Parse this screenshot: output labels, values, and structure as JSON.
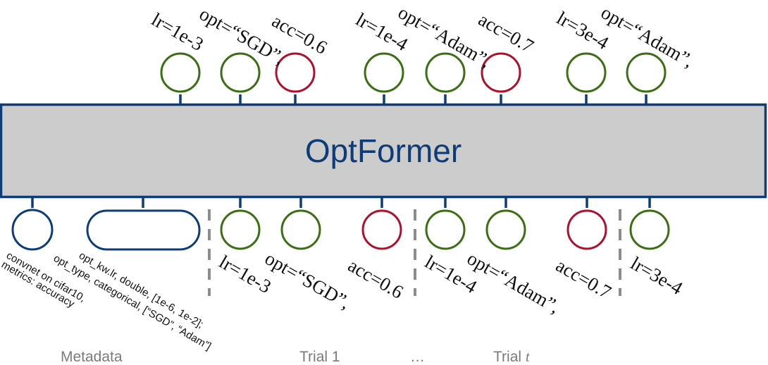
{
  "model": {
    "title": "OptFormer",
    "colors": {
      "border": "#0d3c78",
      "fill": "#cccccc",
      "parameter_token": "#3c6e14",
      "metric_token": "#b0102c",
      "metadata_token": "#0d3c78",
      "separator": "#8c8c8c",
      "section_label": "#7a7a7a"
    }
  },
  "output_tokens": [
    {
      "label": "lr=1e-3",
      "kind": "parameter"
    },
    {
      "label": "opt=“SGD”,",
      "kind": "parameter"
    },
    {
      "label": "acc=0.6",
      "kind": "metric"
    },
    {
      "label": "lr=1e-4",
      "kind": "parameter"
    },
    {
      "label": "opt=“Adam”,",
      "kind": "parameter"
    },
    {
      "label": "acc=0.7",
      "kind": "metric"
    },
    {
      "label": "lr=3e-4",
      "kind": "parameter"
    },
    {
      "label": "opt=“Adam”,",
      "kind": "parameter"
    }
  ],
  "input_tokens": {
    "metadata": [
      {
        "lines": [
          "convnet on cifar10,",
          "metrics: accuracy"
        ],
        "kind": "metadata"
      },
      {
        "lines": [
          "opt_kw.lr, double, [1e-6, 1e-2];",
          "opt_type, categorical, [“SGD”, “Adam”]"
        ],
        "kind": "metadata"
      }
    ],
    "trials": [
      {
        "label": "lr=1e-3",
        "kind": "parameter"
      },
      {
        "label": "opt=“SGD”,",
        "kind": "parameter"
      },
      {
        "label": "acc=0.6",
        "kind": "metric"
      },
      {
        "label": "lr=1e-4",
        "kind": "parameter"
      },
      {
        "label": "opt=“Adam”,",
        "kind": "parameter"
      },
      {
        "label": "acc=0.7",
        "kind": "metric"
      },
      {
        "label": "lr=3e-4",
        "kind": "parameter"
      }
    ]
  },
  "sections": {
    "metadata": "Metadata",
    "trial_1": "Trial 1",
    "ellipsis": "…",
    "trial_t_prefix": "Trial ",
    "trial_t_var": "t"
  }
}
